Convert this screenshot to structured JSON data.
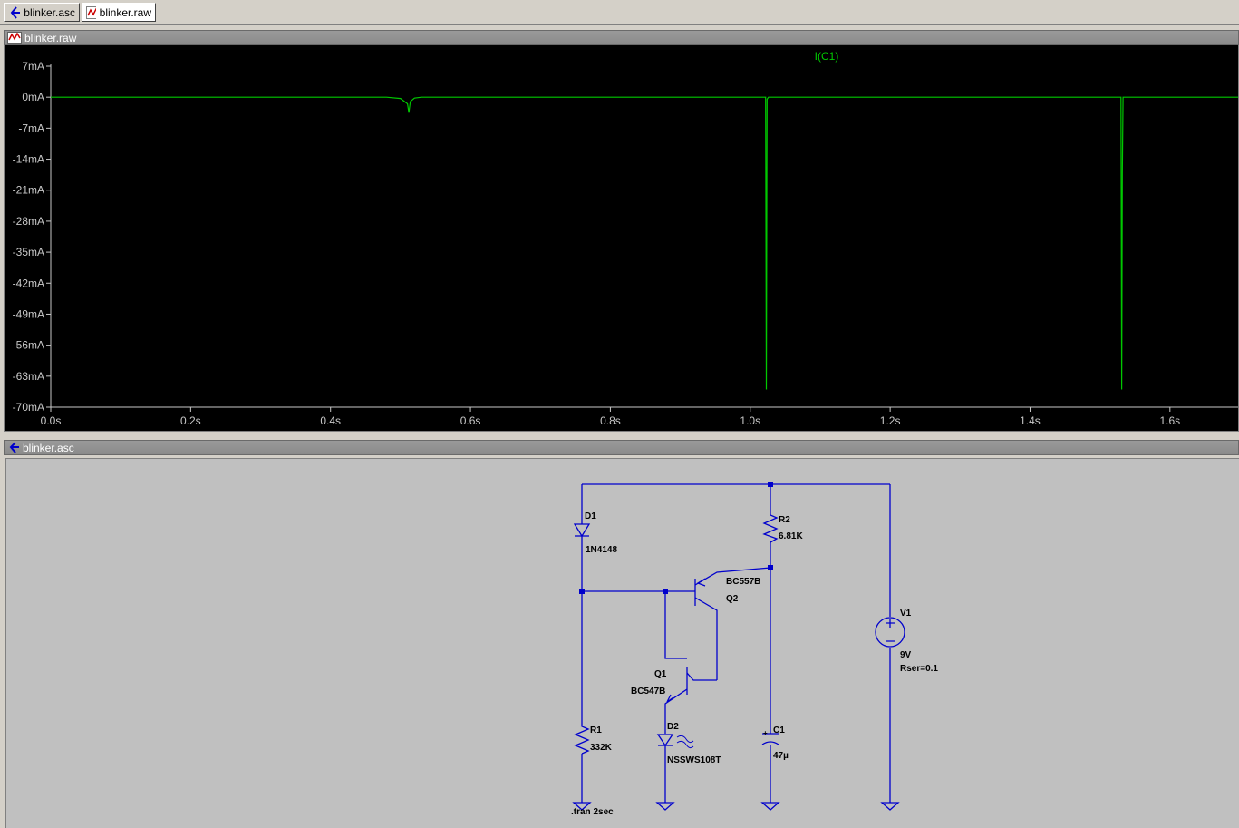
{
  "tabs": [
    {
      "label": "blinker.asc",
      "icon": "schematic-icon"
    },
    {
      "label": "blinker.raw",
      "icon": "waveform-icon"
    }
  ],
  "waveform_panel": {
    "title": "blinker.raw",
    "icon": "waveform-icon"
  },
  "schematic_panel": {
    "title": "blinker.asc",
    "icon": "schematic-icon"
  },
  "colors": {
    "trace": "#00c800",
    "wire": "#0000cc",
    "plot_bg": "#000000",
    "schem_bg": "#c0c0c0"
  },
  "chart_data": {
    "type": "line",
    "title": "",
    "xlabel": "",
    "ylabel": "",
    "xlim": [
      0.0,
      1.7
    ],
    "ylim": [
      -70,
      7
    ],
    "x_ticks": [
      "0.0s",
      "0.2s",
      "0.4s",
      "0.6s",
      "0.8s",
      "1.0s",
      "1.2s",
      "1.4s",
      "1.6s"
    ],
    "y_ticks": [
      "7mA",
      "0mA",
      "-7mA",
      "-14mA",
      "-21mA",
      "-28mA",
      "-35mA",
      "-42mA",
      "-49mA",
      "-56mA",
      "-63mA",
      "-70mA"
    ],
    "grid": false,
    "series": [
      {
        "name": "I(C1)",
        "x": [
          0.0,
          0.48,
          0.5,
          0.51,
          0.512,
          0.514,
          0.52,
          0.53,
          1.022,
          1.023,
          1.024,
          1.026,
          1.53,
          1.531,
          1.532,
          1.533,
          1.7
        ],
        "y": [
          0,
          0,
          -0.3,
          -1.5,
          -3.5,
          -1.0,
          -0.2,
          0,
          0,
          -66,
          -0.5,
          0,
          0,
          -66,
          -17,
          0,
          0
        ]
      }
    ]
  },
  "schematic": {
    "components": [
      {
        "ref": "D1",
        "value": "1N4148"
      },
      {
        "ref": "R2",
        "value": "6.81K"
      },
      {
        "ref": "Q2",
        "value": "BC557B"
      },
      {
        "ref": "V1",
        "value": "9V",
        "extra": "Rser=0.1"
      },
      {
        "ref": "Q1",
        "value": "BC547B"
      },
      {
        "ref": "D2",
        "value": "NSSWS108T"
      },
      {
        "ref": "R1",
        "value": "332K"
      },
      {
        "ref": "C1",
        "value": "47µ",
        "polarity": "+"
      }
    ],
    "directive": ".tran 2sec"
  }
}
